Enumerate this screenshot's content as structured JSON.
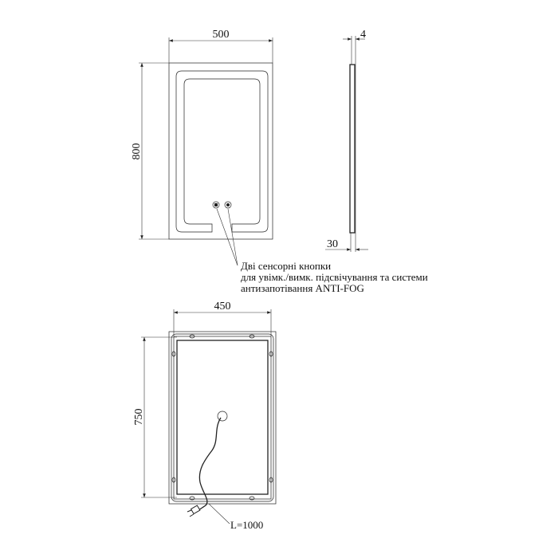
{
  "front_view": {
    "width_label": "500",
    "height_label": "800",
    "note_lines": [
      "Дві сенсорні кнопки",
      "для увімк./вимк. підсвічування та системи",
      "антизапотівання ANTI-FOG"
    ]
  },
  "side_view": {
    "thickness_label": "4",
    "depth_label": "30"
  },
  "back_view": {
    "width_label": "450",
    "height_label": "750",
    "cord_label": "L=1000"
  }
}
